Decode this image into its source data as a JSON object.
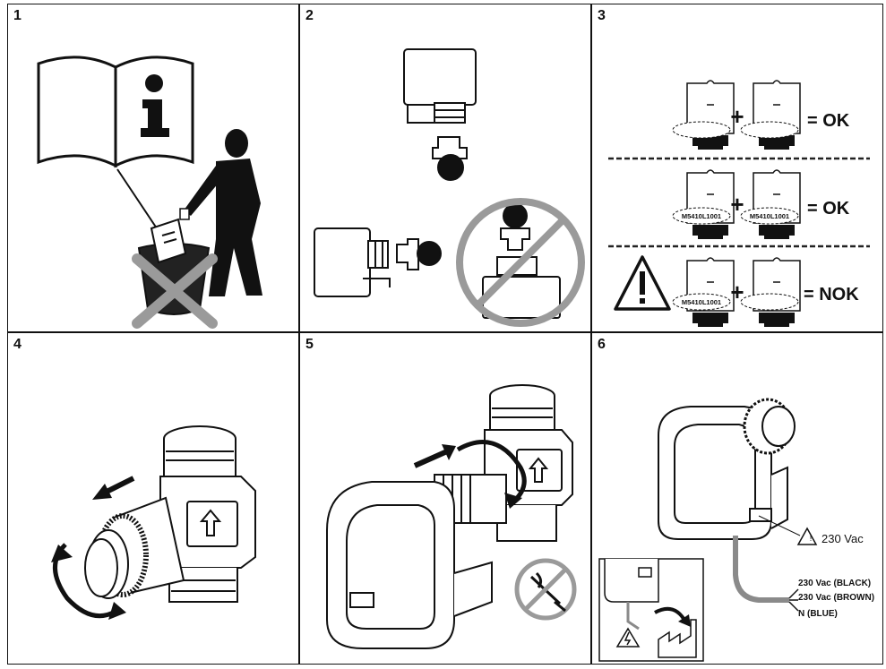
{
  "panels": [
    {
      "number": "1"
    },
    {
      "number": "2"
    },
    {
      "number": "3",
      "rows": [
        {
          "result": "= OK",
          "label_left": "",
          "label_right": ""
        },
        {
          "result": "= OK",
          "label_left": "M5410L1001",
          "label_right": "M5410L1001"
        },
        {
          "result": "= NOK",
          "label_left": "M5410L1001",
          "label_right": ""
        }
      ]
    },
    {
      "number": "4"
    },
    {
      "number": "5"
    },
    {
      "number": "6",
      "voltage_warning": "230 Vac",
      "wires": [
        "230 Vac (BLACK)",
        "230 Vac (BROWN)",
        "N (BLUE)"
      ]
    }
  ],
  "colors": {
    "line": "#111111",
    "prohibit": "#9a9a9a",
    "dashed": "#222222",
    "cable": "#8a8a8a"
  },
  "icons": [
    "info-icon",
    "trash-bin-icon",
    "prohibit-icon",
    "warning-triangle-icon",
    "plus-icon",
    "rotate-arrow-icon",
    "direction-arrow-icon",
    "no-tools-icon",
    "electric-hazard-icon",
    "factory-icon"
  ]
}
